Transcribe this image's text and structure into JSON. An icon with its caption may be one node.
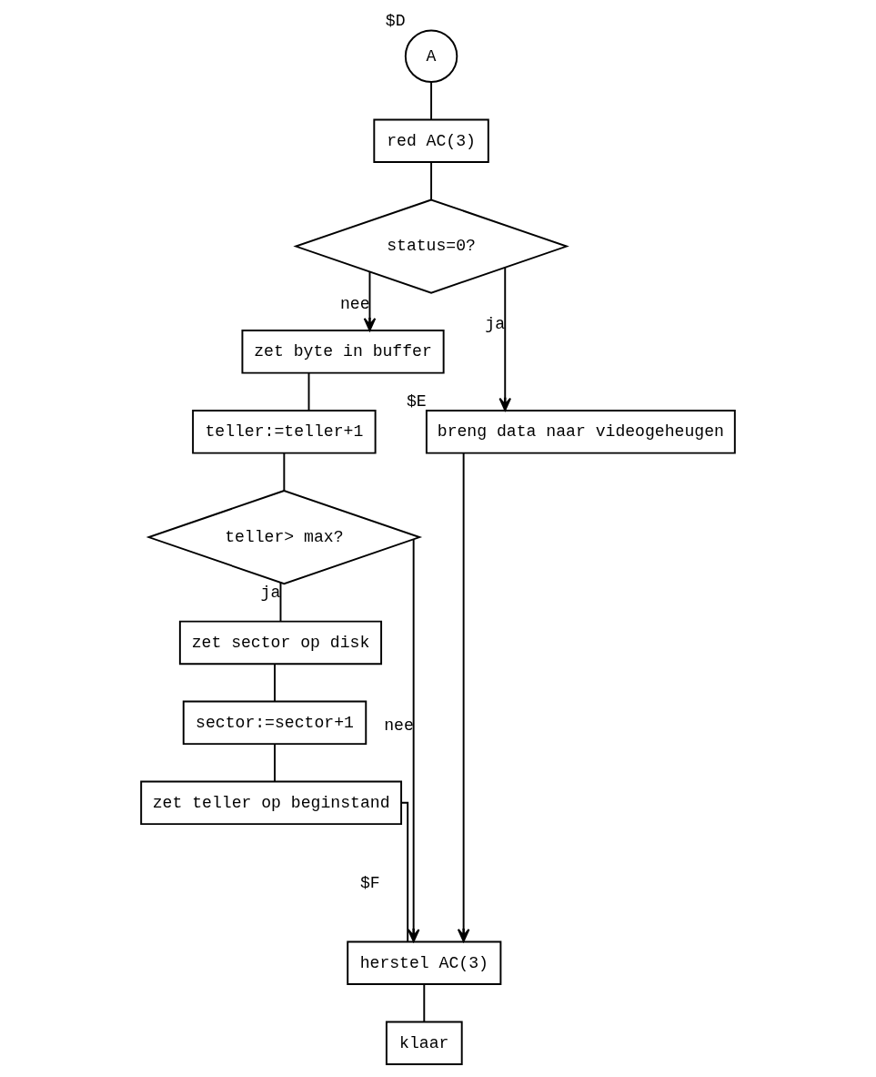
{
  "diagram": {
    "nodes": [
      {
        "text": [
          "A"
        ],
        "beside": [
          "$D"
        ]
      },
      {
        "text": [
          "red AC(3)"
        ]
      },
      {
        "text": [
          "status=0?"
        ]
      },
      {
        "text": [
          "zet byte in buffer"
        ]
      },
      {
        "text": [
          "breng data naar videogeheugen"
        ],
        "beside": [
          "$E"
        ]
      },
      {
        "text": [
          "teller:=teller+1"
        ]
      },
      {
        "text": [
          "teller> max?"
        ]
      },
      {
        "text": [
          "zet sector op disk"
        ]
      },
      {
        "text": [
          "sector:=sector+1"
        ]
      },
      {
        "text": [
          "zet teller op beginstand"
        ]
      },
      {
        "text": [
          "herstel AC(3)"
        ]
      },
      {
        "text": [
          "klaar"
        ]
      }
    ],
    "edges": [
      {
        "from": 0,
        "to": 1,
        "arrow": "none"
      },
      {
        "from": 1,
        "to": 2,
        "arrow": "none"
      },
      {
        "from": 2,
        "to": 3,
        "arrow": "to",
        "label": "nee"
      },
      {
        "from": 2,
        "to": 4,
        "arrow": "to",
        "label": "ja"
      },
      {
        "from": 3,
        "to": 5,
        "arrow": "none"
      },
      {
        "from": 5,
        "to": 6,
        "arrow": "none"
      },
      {
        "from": 6,
        "to": 10,
        "arrow": "to",
        "label": "nee"
      },
      {
        "from": 6,
        "to": 7,
        "arrow": "none",
        "label": "ja"
      },
      {
        "from": 7,
        "to": 8,
        "arrow": "none"
      },
      {
        "from": 8,
        "to": 9,
        "arrow": "none"
      },
      {
        "from": 9,
        "to": 10,
        "arrow": "none"
      },
      {
        "from": 4,
        "to": 10,
        "arrow": "to"
      },
      {
        "from": 10,
        "to": 11,
        "arrow": "none"
      }
    ],
    "labels": [
      "$F"
    ]
  }
}
